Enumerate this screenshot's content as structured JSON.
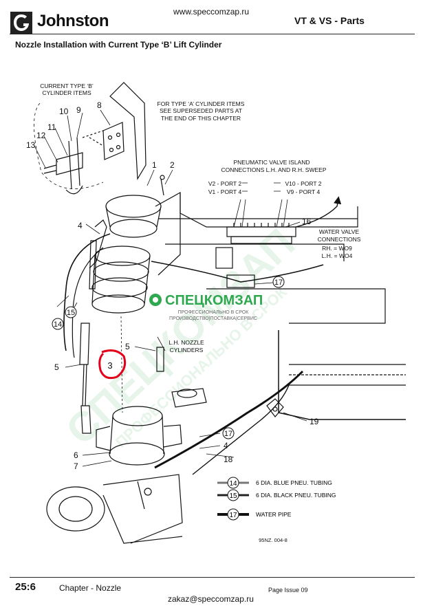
{
  "header": {
    "brand": "Johnston",
    "site": "www.speccomzap.ru",
    "series": "VT & VS - Parts",
    "title": "Nozzle Installation with Current Type ‘B’ Lift Cylinder"
  },
  "labels": {
    "type_b_title": [
      "CURRENT TYPE ‘B’",
      "CYLINDER ITEMS"
    ],
    "type_a_note": [
      "FOR TYPE ‘A’ CYLINDER ITEMS",
      "SEE SUPERSEDED PARTS AT",
      "THE END OF THIS CHAPTER"
    ],
    "pneumatic_title": [
      "PNEUMATIC VALVE ISLAND",
      "CONNECTIONS L.H. AND R.H. SWEEP"
    ],
    "v2": "V2 - PORT 2",
    "v1": "V1 - PORT 4",
    "v10": "V10 - PORT 2",
    "v9": "V9 - PORT 4",
    "water_title": [
      "WATER VALVE",
      "CONNECTIONS"
    ],
    "rh": "RH. = WO9",
    "lh": "L.H. = WO4",
    "lh_nozzle": [
      "L.H. NOZZLE",
      "CYLINDERS"
    ],
    "ref": "95NZ. 004-8"
  },
  "callouts": [
    "1",
    "2",
    "3",
    "4",
    "4",
    "5",
    "5",
    "6",
    "7",
    "8",
    "9",
    "10",
    "11",
    "12",
    "13",
    "14",
    "15",
    "16",
    "17",
    "17",
    "18",
    "19"
  ],
  "legend": [
    {
      "num": "14",
      "text": "6 DIA. BLUE PNEU. TUBING"
    },
    {
      "num": "15",
      "text": "6 DIA. BLACK PNEU. TUBING"
    },
    {
      "num": "17",
      "text": "WATER PIPE"
    }
  ],
  "watermark": {
    "name": "СПЕЦКОМЗАП",
    "tagline": [
      "ПРОФЕССИОНАЛЬНО В СРОК",
      "ПРОИЗВОДСТВО|ПОСТАВКА|СЕРВИС"
    ],
    "diagonal": "СПЕЦКОМЗАП",
    "diagonal2": "ПРОФЕССИОНАЛЬНО В СРОК"
  },
  "footer": {
    "page": "25:6",
    "chapter": "Chapter - Nozzle",
    "issue": "Page Issue 09",
    "email": "zakaz@speccomzap.ru"
  },
  "colors": {
    "highlight": "#e2001a",
    "watermark": "#2fa84f"
  }
}
